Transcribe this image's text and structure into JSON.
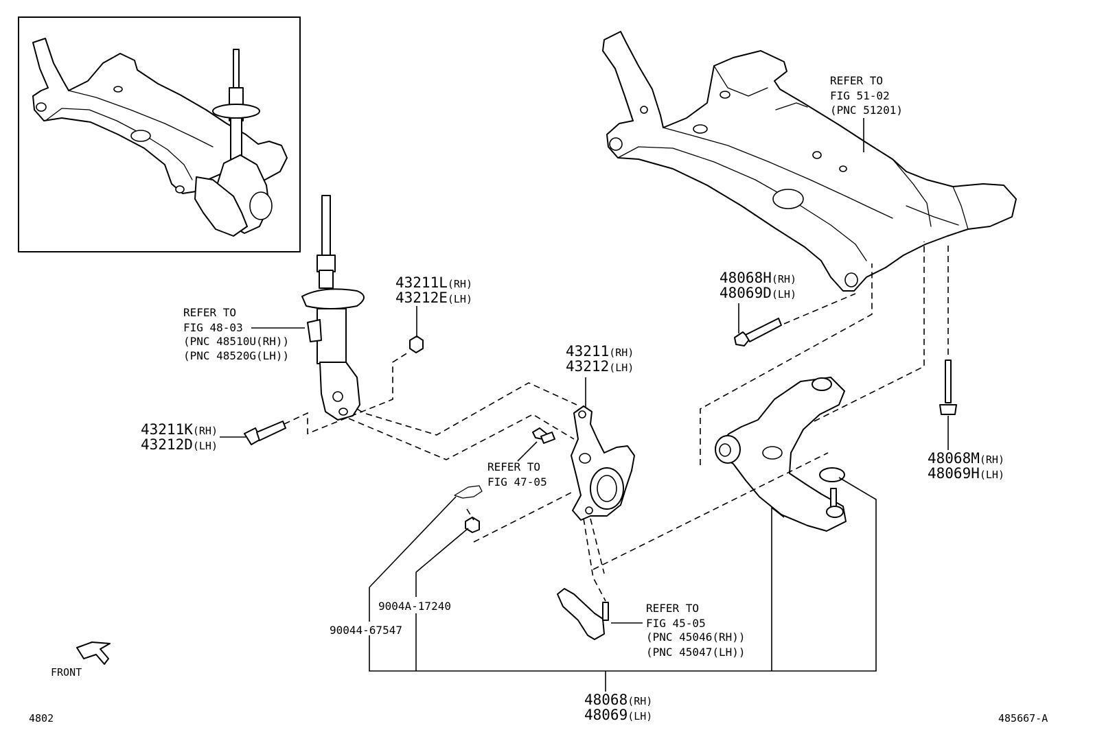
{
  "labels": {
    "p43211L": {
      "pn": "43211L",
      "side": "(RH)"
    },
    "p43212E": {
      "pn": "43212E",
      "side": "(LH)"
    },
    "ref_strut": {
      "l1": "REFER TO",
      "l2": "FIG 48-03",
      "l3": "(PNC 48510U(RH))",
      "l4": "(PNC 48520G(LH))"
    },
    "p43211K": {
      "pn": "43211K",
      "side": "(RH)"
    },
    "p43212D": {
      "pn": "43212D",
      "side": "(LH)"
    },
    "p43211": {
      "pn": "43211",
      "side": "(RH)"
    },
    "p43212": {
      "pn": "43212",
      "side": "(LH)"
    },
    "ref_knuckle": {
      "l1": "REFER TO",
      "l2": "FIG 47-05"
    },
    "ref_crossmember": {
      "l1": "REFER TO",
      "l2": "FIG 51-02",
      "l3": "(PNC 51201)"
    },
    "p48068H": {
      "pn": "48068H",
      "side": "(RH)"
    },
    "p48069D": {
      "pn": "48069D",
      "side": "(LH)"
    },
    "p48068M": {
      "pn": "48068M",
      "side": "(RH)"
    },
    "p48069H": {
      "pn": "48069H",
      "side": "(LH)"
    },
    "p9004A": {
      "pn": "9004A-17240"
    },
    "p90044": {
      "pn": "90044-67547"
    },
    "ref_tierod": {
      "l1": "REFER TO",
      "l2": "FIG 45-05",
      "l3": "(PNC 45046(RH))",
      "l4": "(PNC 45047(LH))"
    },
    "p48068": {
      "pn": "48068",
      "side": "(RH)"
    },
    "p48069": {
      "pn": "48069",
      "side": "(LH)"
    },
    "front": "FRONT",
    "fig_no": "4802",
    "illus_no": "485667-A"
  },
  "icons": [
    "front-arrow-icon"
  ]
}
